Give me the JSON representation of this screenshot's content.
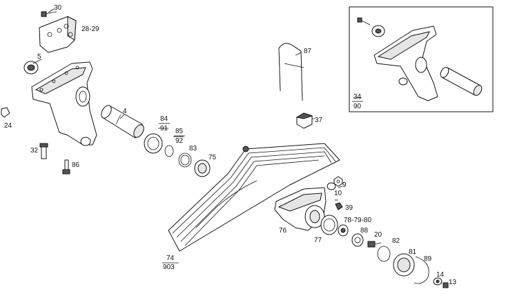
{
  "callouts": {
    "c30": "30",
    "c28_29": "28-29",
    "c5": "5",
    "c24": "24",
    "c4": "4",
    "c84": "84",
    "c91": "91",
    "c85": "85",
    "c92": "92",
    "c83": "83",
    "c75": "75",
    "c32": "32",
    "c86": "86",
    "c87": "87",
    "c37": "37",
    "c34": "34",
    "c90": "90",
    "c9": "9",
    "c10": "10",
    "c39": "39",
    "c78_79_80": "78-79-80",
    "c76": "76",
    "c88": "88",
    "c77": "77",
    "c20": "20",
    "c82": "82",
    "c81": "81",
    "c89": "89",
    "c14": "14",
    "c13": "13",
    "c74": "74",
    "c903": "903"
  }
}
